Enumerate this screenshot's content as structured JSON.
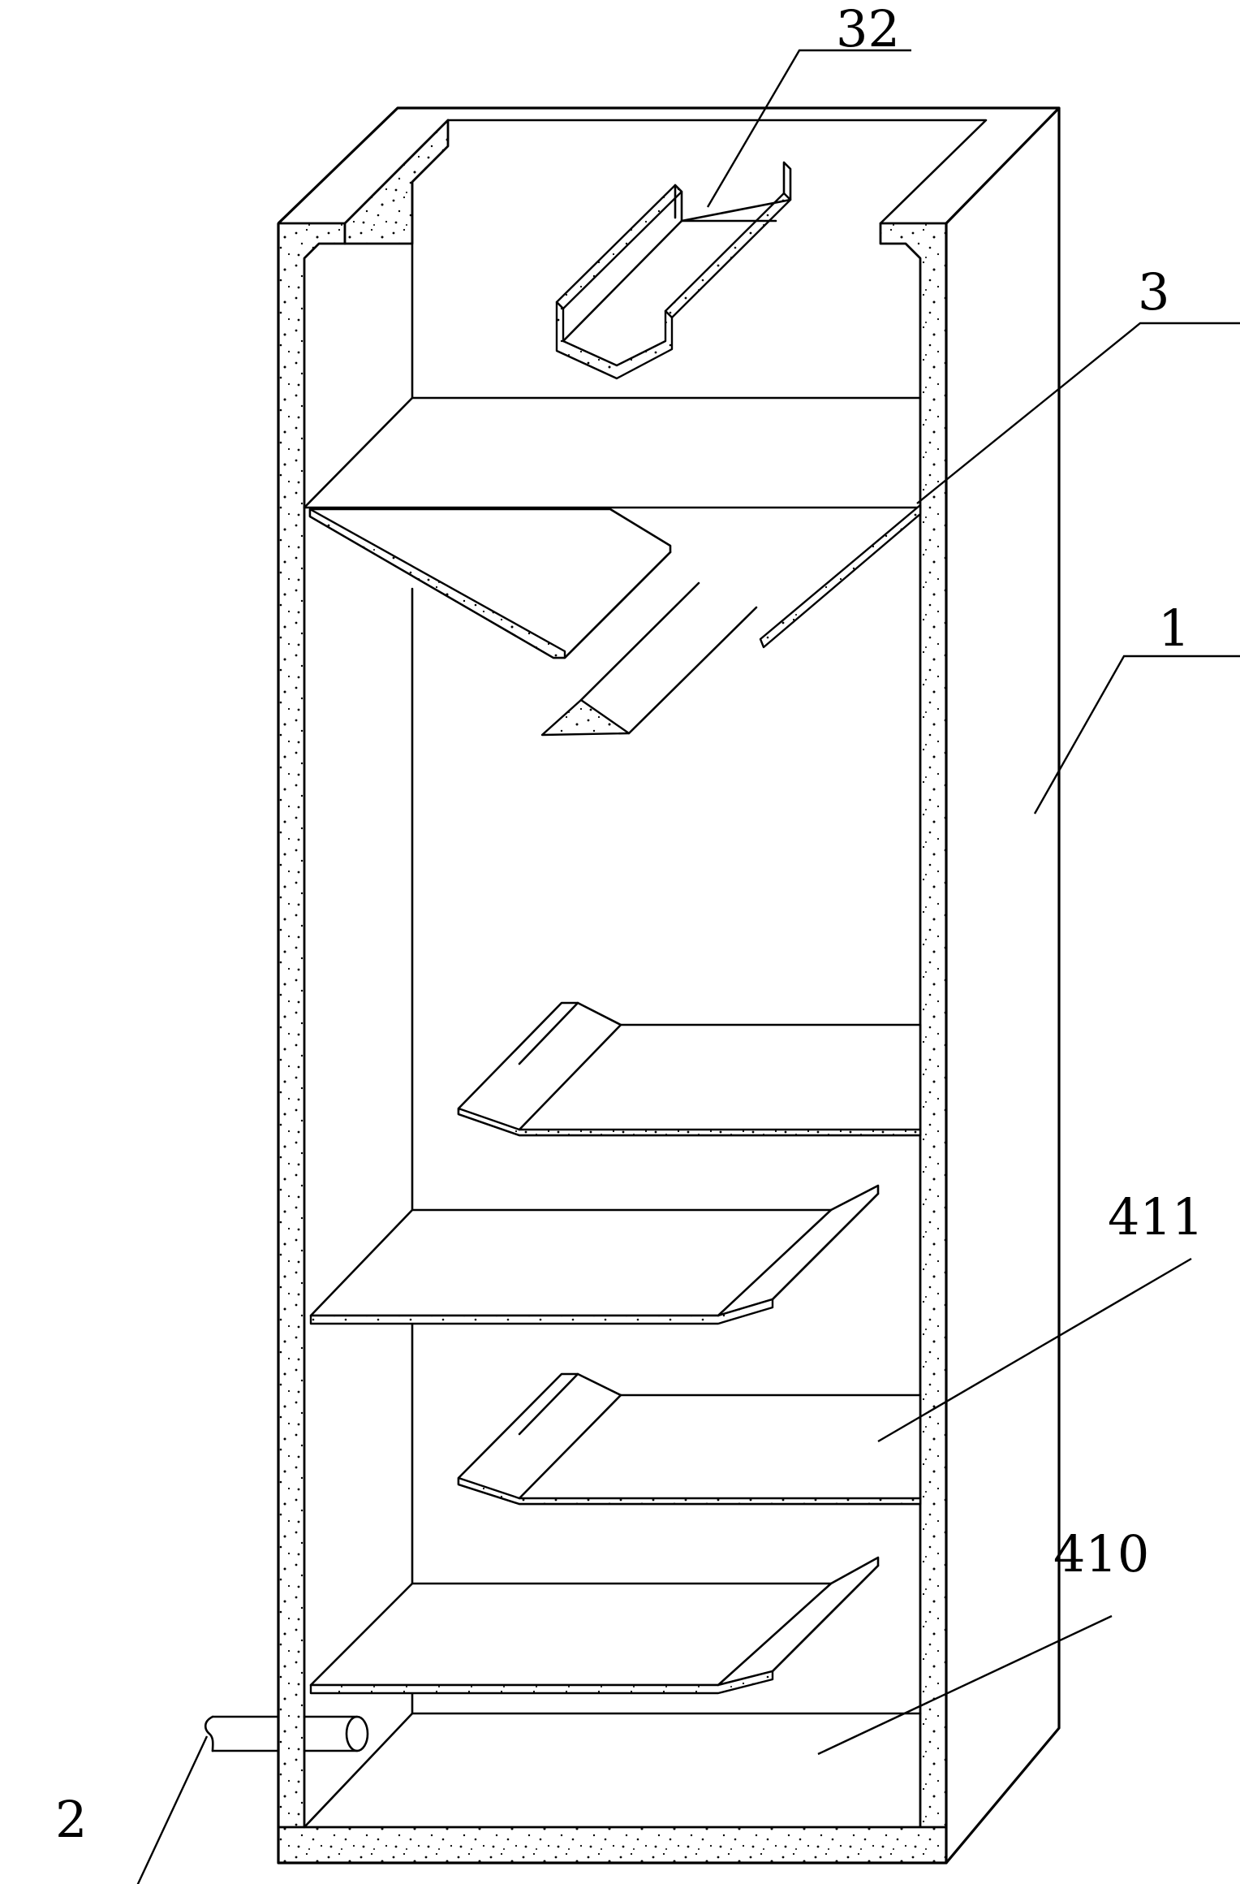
{
  "labels": {
    "l32": "32",
    "l3": "3",
    "l1": "1",
    "l411": "411",
    "l410": "410",
    "l2": "2"
  }
}
